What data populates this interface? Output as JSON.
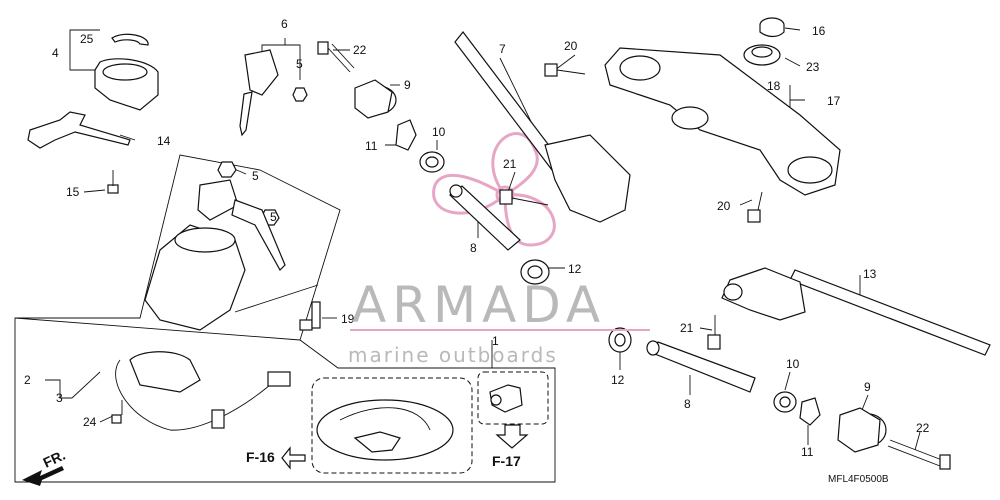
{
  "callouts": {
    "c1": "1",
    "c2": "2",
    "c3": "3",
    "c4": "4",
    "c5a": "5",
    "c5b": "5",
    "c5c": "5",
    "c6": "6",
    "c7": "7",
    "c8a": "8",
    "c8b": "8",
    "c9a": "9",
    "c9b": "9",
    "c10a": "10",
    "c10b": "10",
    "c11a": "11",
    "c11b": "11",
    "c12a": "12",
    "c12b": "12",
    "c13": "13",
    "c14": "14",
    "c15": "15",
    "c16": "16",
    "c17": "17",
    "c18": "18",
    "c19": "19",
    "c20a": "20",
    "c20b": "20",
    "c21a": "21",
    "c21b": "21",
    "c22a": "22",
    "c22b": "22",
    "c23": "23",
    "c24": "24",
    "c25": "25"
  },
  "refs": {
    "f16": "F-16",
    "f17": "F-17",
    "fr": "FR."
  },
  "watermark": {
    "title": "ARMADA",
    "subtitle": "marine outboards"
  },
  "diagram_code": "MFL4F0500B",
  "colors": {
    "line": "#111111",
    "watermark_text": "#b9b9b9",
    "watermark_logo": "#e7a6c6"
  }
}
